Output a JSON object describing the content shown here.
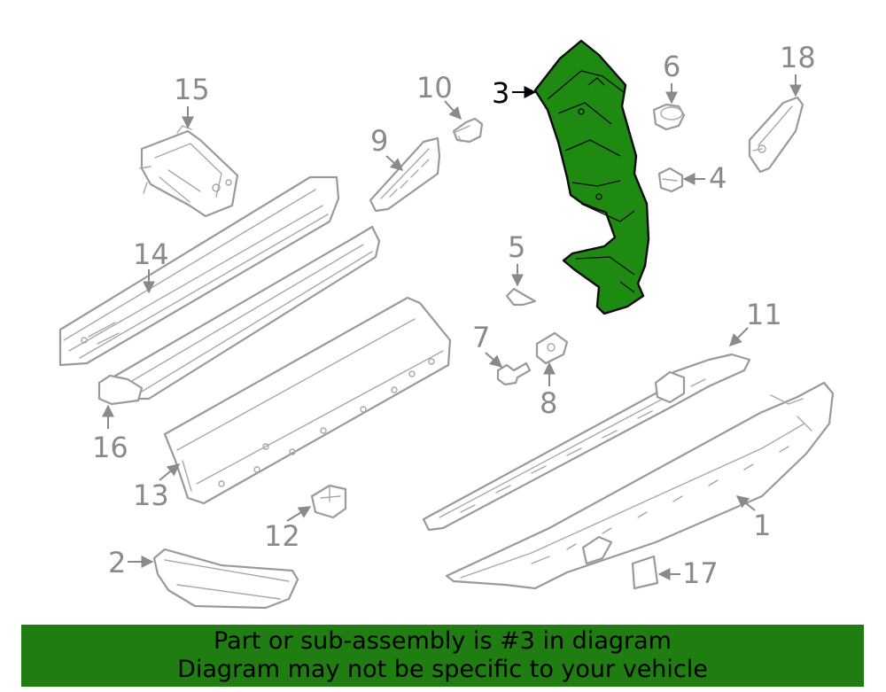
{
  "highlighted_part": "3",
  "callouts": {
    "c1": "1",
    "c2": "2",
    "c3": "3",
    "c4": "4",
    "c5": "5",
    "c6": "6",
    "c7": "7",
    "c8": "8",
    "c9": "9",
    "c10": "10",
    "c11": "11",
    "c12": "12",
    "c13": "13",
    "c14": "14",
    "c15": "15",
    "c16": "16",
    "c17": "17",
    "c18": "18"
  },
  "banner": {
    "line1": "Part or sub-assembly is #3 in diagram",
    "line2": "Diagram may not be specific to your vehicle"
  },
  "colors": {
    "highlight": "#1f8a12",
    "banner_bg": "#1f7d12",
    "line_art": "#9a9a9a"
  }
}
